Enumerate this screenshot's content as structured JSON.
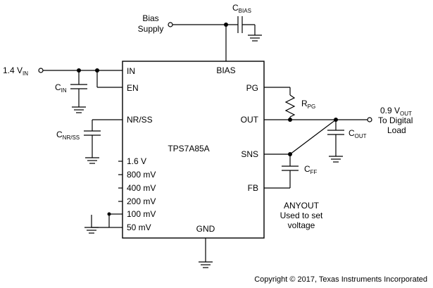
{
  "chip": {
    "name": "TPS7A85A",
    "pins": {
      "in": "IN",
      "en": "EN",
      "nrss": "NR/SS",
      "bias": "BIAS",
      "pg": "PG",
      "out": "OUT",
      "sns": "SNS",
      "fb": "FB",
      "gnd": "GND",
      "v1_6": "1.6 V",
      "mv800": "800 mV",
      "mv400": "400 mV",
      "mv200": "200 mV",
      "mv100": "100 mV",
      "mv50": "50 mV"
    }
  },
  "labels": {
    "bias_supply_1": "Bias",
    "bias_supply_2": "Supply",
    "vin_main": "1.4 V",
    "vin_sub": "IN",
    "vout_main": "0.9 V",
    "vout_sub": "OUT",
    "vout_line2": "To Digital",
    "vout_line3": "Load",
    "anyout_1": "ANYOUT",
    "anyout_2": "Used to set",
    "anyout_3": "voltage",
    "copyright": "Copyright © 2017, Texas Instruments Incorporated"
  },
  "components": {
    "c_bias": {
      "main": "C",
      "sub": "BIAS"
    },
    "c_in": {
      "main": "C",
      "sub": "IN"
    },
    "c_nrss": {
      "main": "C",
      "sub": "NR/SS"
    },
    "r_pg": {
      "main": "R",
      "sub": "PG"
    },
    "c_out": {
      "main": "C",
      "sub": "OUT"
    },
    "c_ff": {
      "main": "C",
      "sub": "FF"
    }
  }
}
